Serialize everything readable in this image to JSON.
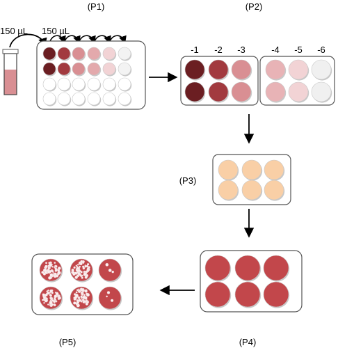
{
  "labels": {
    "p1": "(P1)",
    "p2": "(P2)",
    "p3": "(P3)",
    "p4": "(P4)",
    "p5": "(P5)",
    "transfer_tube": "150 µL",
    "transfer_wells": "150 µL"
  },
  "dilutions": [
    "-1",
    "-2",
    "-3",
    "-4",
    "-5",
    "-6"
  ],
  "p1_row_colors": [
    "#6b1e22",
    "#a23a3f",
    "#d98f93",
    "#e3a9ac",
    "#f2d3d5",
    "#f3f3f3"
  ],
  "p2_colors": [
    "#6b1e22",
    "#a23a3f",
    "#d98f93",
    "#e8b3b6",
    "#f2d3d5",
    "#f0f0f0"
  ],
  "p3_color": "#f9cfa6",
  "p4_color": "#c2474b",
  "p5_color": "#c2474b",
  "p5_plaque_counts": [
    "many",
    "many",
    "few",
    "many",
    "many",
    "few"
  ],
  "tube_fill_color": "#d98f93",
  "icons": {
    "tube": "test-tube-icon",
    "arrow": "arrow-icon",
    "curved_arrow": "curved-arrow-icon"
  }
}
